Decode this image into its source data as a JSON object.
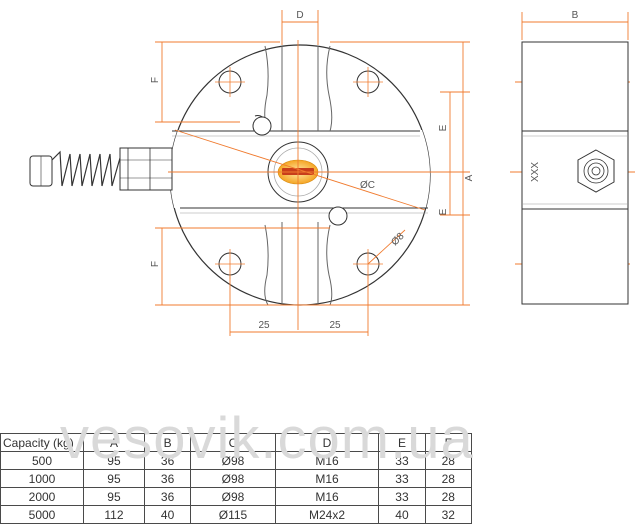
{
  "drawing": {
    "labels": {
      "d_top": "D",
      "b_top": "B",
      "f_upper": "F",
      "f_lower": "F",
      "e_upper": "E",
      "e_lower": "E",
      "a_right": "A",
      "diam_c": "ØC",
      "diam_8": "Ø8",
      "dim_25_left": "25",
      "dim_25_right": "25",
      "side_marking": "XXX"
    },
    "colors": {
      "dimension": "#f07b2f",
      "body": "#ffffff",
      "outline": "#333333",
      "hidden": "#cccccc"
    }
  },
  "watermark": "vesovik.com.ua",
  "table": {
    "headers": [
      "Capacity (kg)",
      "A",
      "B",
      "C",
      "D",
      "E",
      "F"
    ],
    "rows": [
      [
        "500",
        "95",
        "36",
        "Ø98",
        "M16",
        "33",
        "28"
      ],
      [
        "1000",
        "95",
        "36",
        "Ø98",
        "M16",
        "33",
        "28"
      ],
      [
        "2000",
        "95",
        "36",
        "Ø98",
        "M16",
        "33",
        "28"
      ],
      [
        "5000",
        "112",
        "40",
        "Ø115",
        "M24x2",
        "40",
        "32"
      ]
    ]
  }
}
